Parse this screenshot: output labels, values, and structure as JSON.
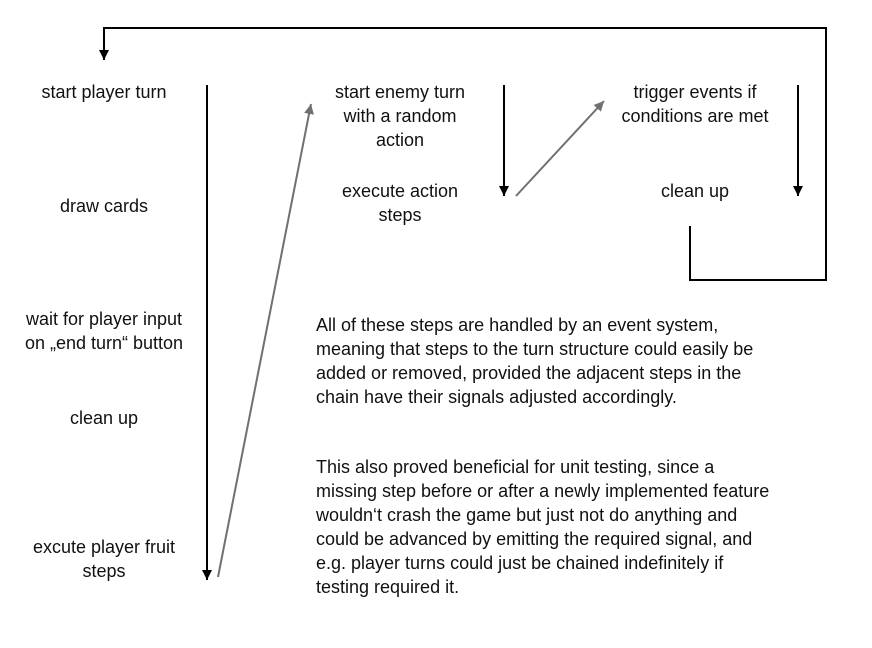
{
  "player_column": {
    "start_player_turn": "start player turn",
    "draw_cards": "draw cards",
    "wait_for_input": "wait for player input\non „end turn“ button",
    "clean_up": "clean up",
    "execute_fruit_steps": "excute player fruit\nsteps"
  },
  "enemy_column": {
    "start_enemy_turn": "start enemy turn\nwith a random\naction",
    "execute_action_steps": "execute action\nsteps"
  },
  "events_column": {
    "trigger_events": "trigger events if\nconditions are met",
    "clean_up": "clean up"
  },
  "notes": {
    "paragraph_1": "All of these steps are handled by an event system, meaning that steps to the turn structure could easily be added or removed, provided the adjacent steps in the chain have their signals adjusted accordingly.",
    "paragraph_2": "This also proved beneficial for unit testing, since a missing step before or after a newly implemented feature wouldn‘t crash the game but just not do anything and could be advanced by emitting the required signal, and e.g. player turns could just be chained indefinitely if testing required it."
  },
  "colors": {
    "flow_arrow": "#000000",
    "transition_arrow": "#707070"
  }
}
